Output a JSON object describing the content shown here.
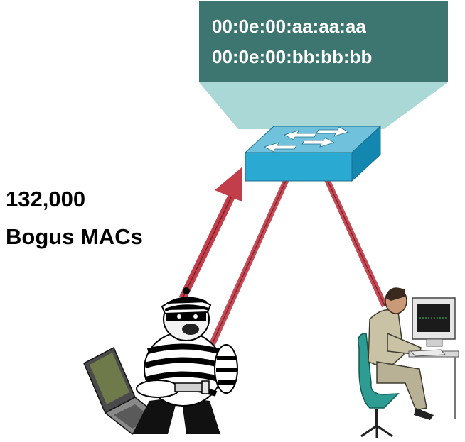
{
  "mac_table": {
    "entries": [
      "00:0e:00:aa:aa:aa",
      "00:0e:00:bb:bb:bb"
    ],
    "colors": {
      "box": "#3d7570",
      "beam": "#a9d8d6",
      "text": "#ffffff"
    }
  },
  "attack_label": {
    "count": "132,000",
    "description": "Bogus MACs"
  },
  "colors": {
    "switch_top": "#6fc1dc",
    "switch_front": "#2aa9d3",
    "switch_side": "#1487b0",
    "link": "#c44a55",
    "attack_arrow": "#c23e4a"
  },
  "icons": [
    "network-switch-icon",
    "attacker-icon",
    "attacker-laptop-icon",
    "user-workstation-icon"
  ]
}
